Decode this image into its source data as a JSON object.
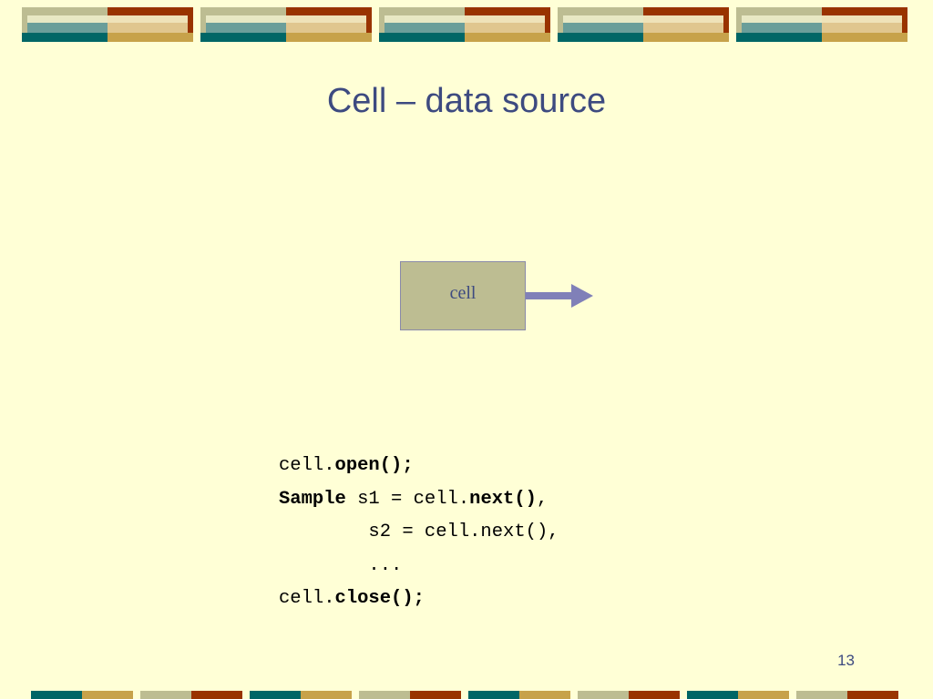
{
  "slide": {
    "title": "Cell – data source",
    "page_number": "13"
  },
  "diagram": {
    "box_label": "cell"
  },
  "code": {
    "line1": {
      "prefix": "cell.",
      "bold": "open();"
    },
    "line2": {
      "bold1": "Sample",
      "mid": " s1 = cell.",
      "bold2": "next()",
      "suffix": ","
    },
    "line3": {
      "text": "        s2 = cell.next(),"
    },
    "line4": {
      "text": "        ..."
    },
    "line5": {
      "prefix": "cell.",
      "bold": "close();"
    }
  },
  "colors": {
    "background": "#ffffd6",
    "title": "#3d4a80",
    "teal": "#006666",
    "rust": "#993300",
    "olive": "#bdbd92",
    "gold": "#c7a24a",
    "arrow": "#8080b8"
  }
}
